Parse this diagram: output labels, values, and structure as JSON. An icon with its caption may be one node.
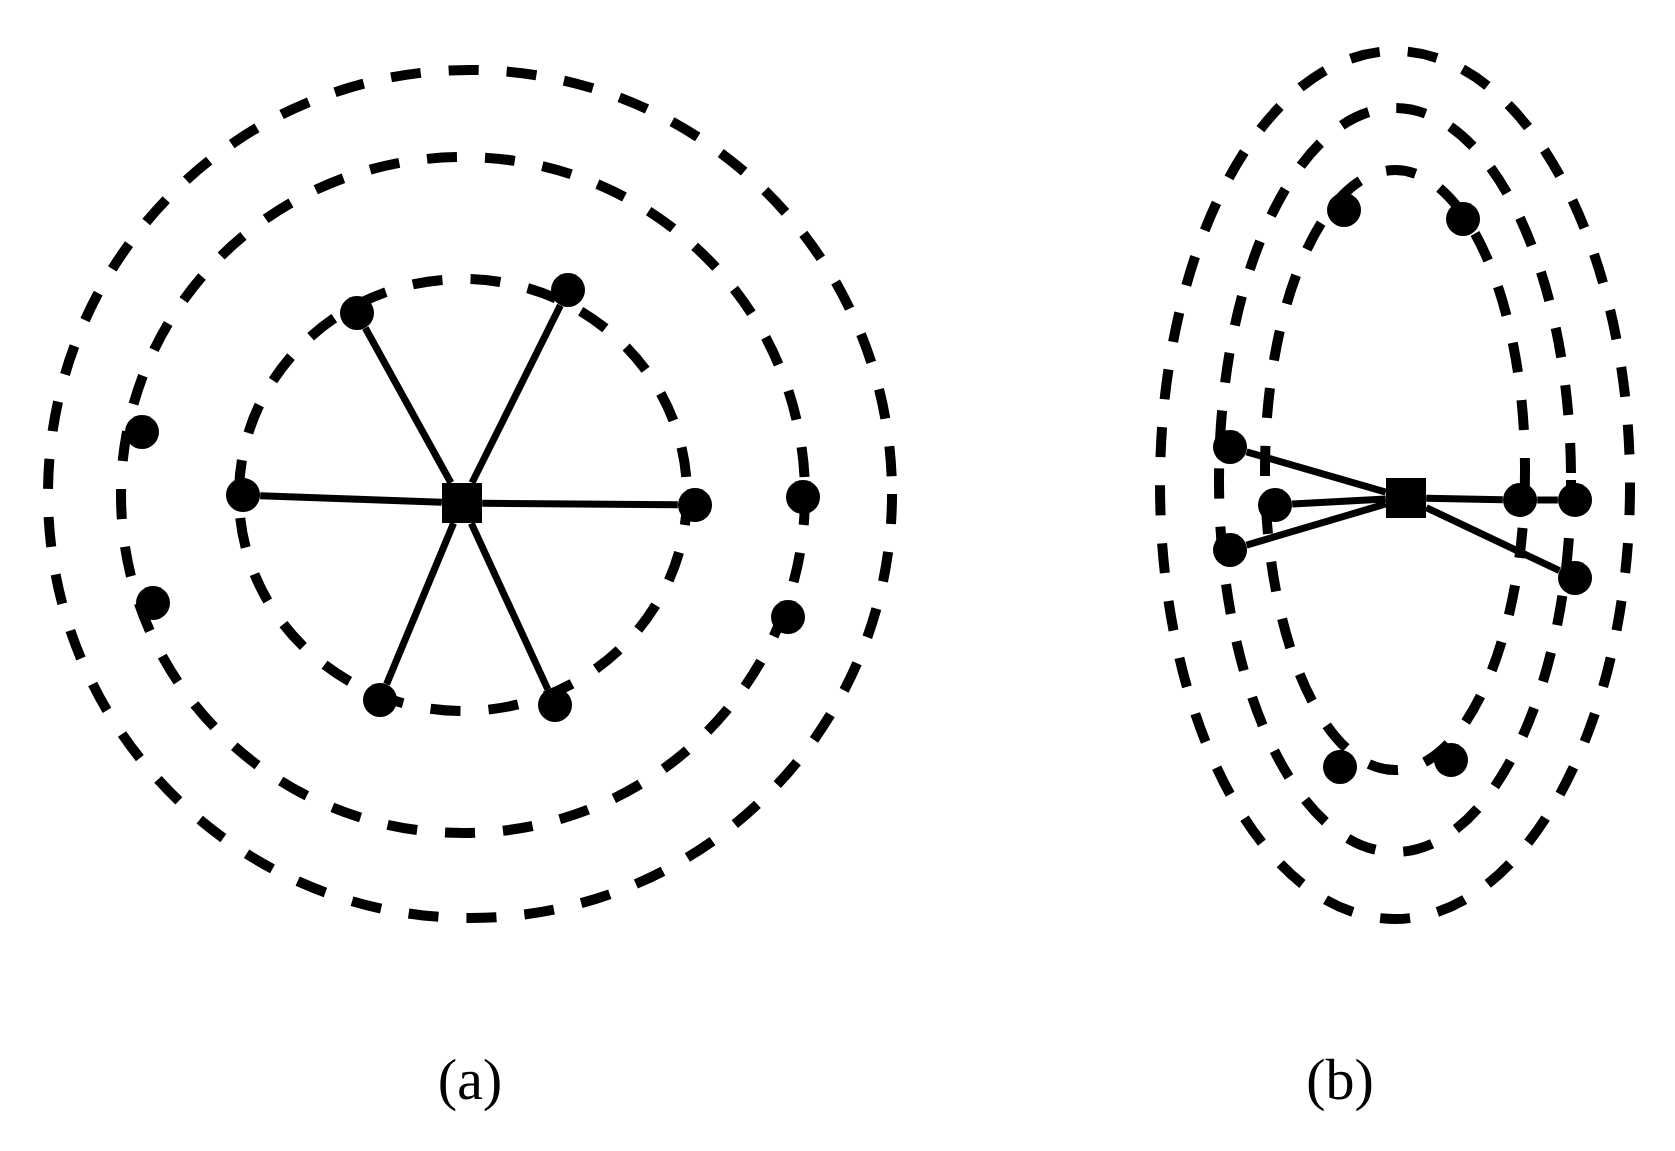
{
  "diagram": {
    "nodes": [
      {
        "text": [],
        "shape": "box"
      },
      {
        "text": [],
        "shape": "circle"
      },
      {
        "text": [],
        "shape": "circle"
      },
      {
        "text": [],
        "shape": "circle"
      },
      {
        "text": [],
        "shape": "circle"
      },
      {
        "text": [],
        "shape": "circle"
      },
      {
        "text": [],
        "shape": "circle"
      },
      {
        "text": [],
        "shape": "circle"
      },
      {
        "text": [],
        "shape": "circle"
      },
      {
        "text": [],
        "shape": "circle"
      },
      {
        "text": [],
        "shape": "circle"
      },
      {
        "text": [],
        "shape": "box"
      },
      {
        "text": [],
        "shape": "circle"
      },
      {
        "text": [],
        "shape": "circle"
      },
      {
        "text": [],
        "shape": "circle"
      },
      {
        "text": [],
        "shape": "circle"
      },
      {
        "text": [],
        "shape": "circle"
      },
      {
        "text": [],
        "shape": "circle"
      },
      {
        "text": [],
        "shape": "circle"
      },
      {
        "text": [],
        "shape": "circle"
      },
      {
        "text": [],
        "shape": "circle"
      },
      {
        "text": [],
        "shape": "circle"
      }
    ],
    "edges": [
      {
        "from": 0,
        "to": 1,
        "arrow": "none"
      },
      {
        "from": 0,
        "to": 2,
        "arrow": "none"
      },
      {
        "from": 0,
        "to": 3,
        "arrow": "none"
      },
      {
        "from": 0,
        "to": 4,
        "arrow": "none"
      },
      {
        "from": 0,
        "to": 5,
        "arrow": "none"
      },
      {
        "from": 0,
        "to": 6,
        "arrow": "none"
      },
      {
        "from": 11,
        "to": 12,
        "arrow": "none"
      },
      {
        "from": 11,
        "to": 13,
        "arrow": "none"
      },
      {
        "from": 11,
        "to": 14,
        "arrow": "none"
      },
      {
        "from": 11,
        "to": 15,
        "arrow": "none"
      },
      {
        "from": 15,
        "to": 16,
        "arrow": "none"
      },
      {
        "from": 11,
        "to": 17,
        "arrow": "none"
      }
    ],
    "labels": [
      "(a)",
      "(b)"
    ]
  }
}
